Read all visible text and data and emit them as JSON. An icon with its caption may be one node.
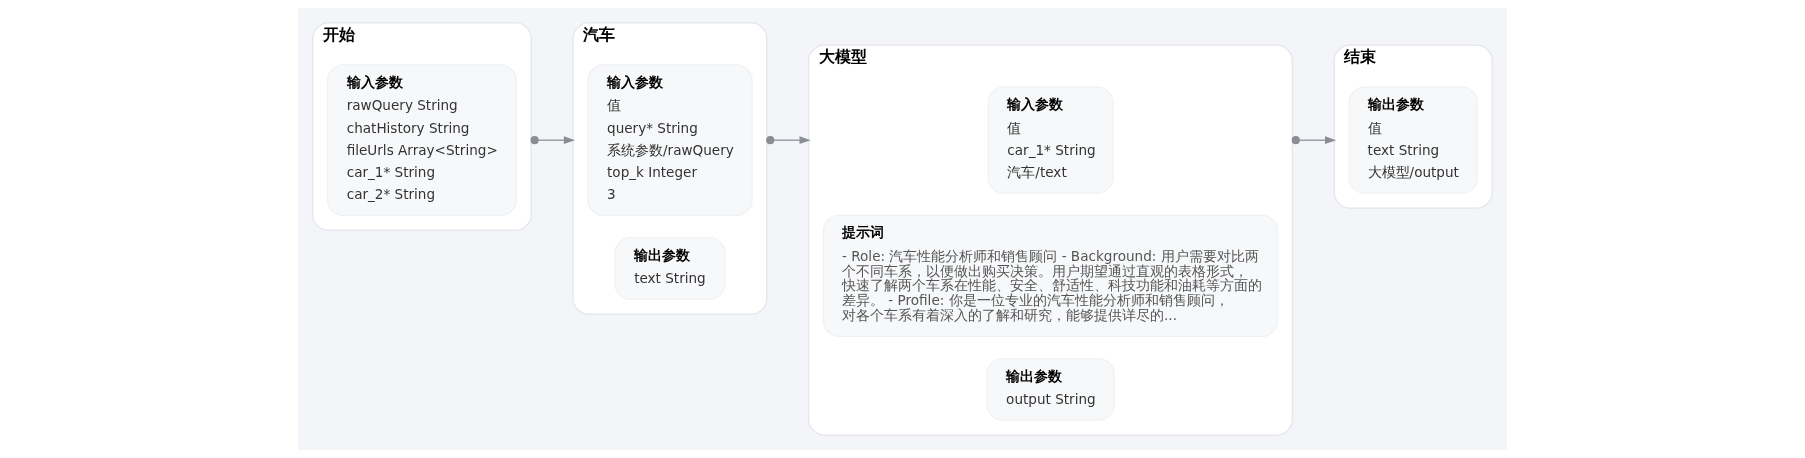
{
  "diagram": {
    "nodes": [
      {
        "text": [
          "开始"
        ]
      },
      {
        "text": [
          "输入参数",
          "rawQuery String",
          "chatHistory String",
          "fileUrls Array<String>",
          "car_1* String",
          "car_2* String"
        ],
        "in": 0
      },
      {
        "text": [
          "汽车"
        ]
      },
      {
        "text": [
          "输入参数",
          "值",
          "query* String",
          "系统参数/rawQuery",
          "top_k Integer",
          "3"
        ],
        "in": 2
      },
      {
        "text": [
          "输出参数",
          "text String"
        ],
        "in": 2
      },
      {
        "text": [
          "大模型"
        ]
      },
      {
        "text": [
          "输入参数",
          "值",
          "car_1* String",
          "汽车/text"
        ],
        "in": 5
      },
      {
        "text": [
          "提示词",
          "- Role: 汽车性能分析师和销售顾问 - Background: 用户需要对比两个不同车系，以便做出购买决策。用户期望通过直观的表格形式，快速了解两个车系在性能、安全、舒适性、科技功能和油耗等方面的差异。 - Profile: 你是一位专业的汽车性能分析师和销售顾问，对各个车系有着深入的了解和研究，能够提供详尽的..."
        ],
        "in": 5
      },
      {
        "text": [
          "输出参数",
          "output String"
        ],
        "in": 5
      },
      {
        "text": [
          "结束"
        ]
      },
      {
        "text": [
          "输出参数",
          "值",
          "text String",
          "大模型/output"
        ],
        "in": 9
      }
    ],
    "edges": [
      {
        "from": 0,
        "to": 2,
        "arrow": "to"
      },
      {
        "from": 2,
        "to": 5,
        "arrow": "to"
      },
      {
        "from": 5,
        "to": 9,
        "arrow": "to"
      }
    ]
  }
}
